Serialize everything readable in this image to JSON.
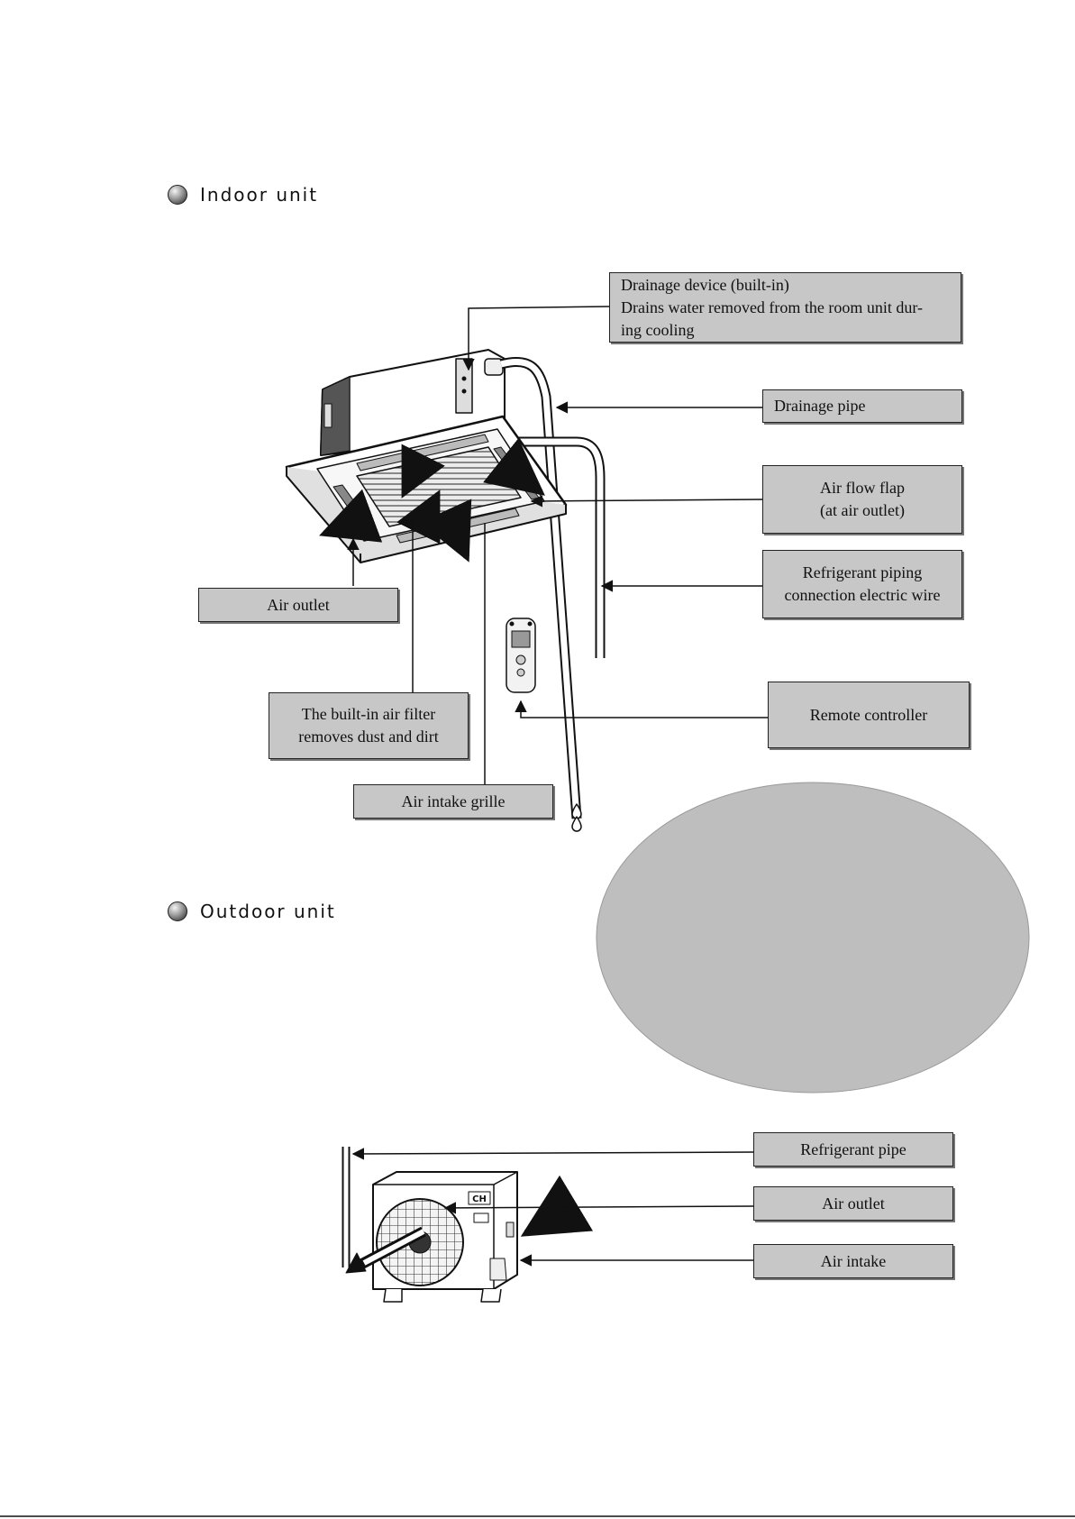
{
  "sections": {
    "indoor": "Indoor unit",
    "outdoor": "Outdoor unit"
  },
  "indoor_labels": {
    "drainage_device": [
      "Drainage device (built-in)",
      "Drains water removed from the room unit dur-",
      "ing cooling"
    ],
    "drainage_pipe": [
      "Drainage pipe"
    ],
    "air_flow_flap": [
      "Air flow flap",
      "(at air outlet)"
    ],
    "refrigerant_piping": [
      "Refrigerant piping",
      "connection electric wire"
    ],
    "air_outlet": [
      "Air outlet"
    ],
    "remote_controller": [
      "Remote controller"
    ],
    "air_filter": [
      "The built-in air filter",
      "removes dust and dirt"
    ],
    "air_intake_grille": [
      "Air intake grille"
    ]
  },
  "outdoor_labels": {
    "refrigerant_pipe": [
      "Refrigerant pipe"
    ],
    "air_outlet": [
      "Air outlet"
    ],
    "air_intake": [
      "Air intake"
    ]
  },
  "outdoor_logo": "CH"
}
